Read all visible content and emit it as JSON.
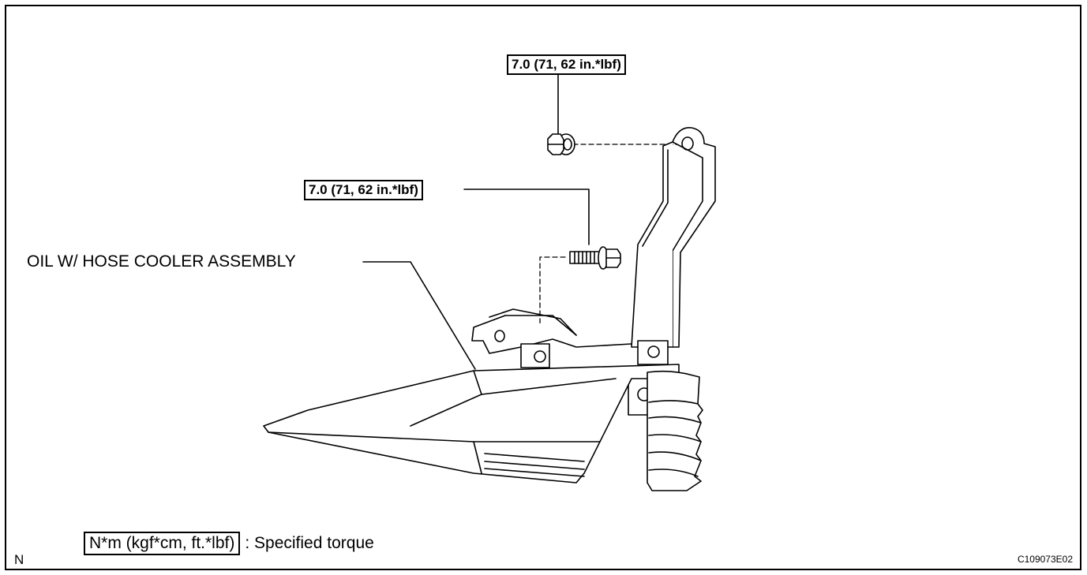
{
  "labels": {
    "torque_top": "7.0 (71, 62 in.*lbf)",
    "torque_mid": "7.0 (71, 62 in.*lbf)",
    "part_name": "OIL W/ HOSE COOLER ASSEMBLY",
    "legend_unit": "N*m (kgf*cm, ft.*lbf)",
    "legend_desc": ": Specified torque",
    "corner_letter": "N",
    "figure_code": "C109073E02"
  }
}
